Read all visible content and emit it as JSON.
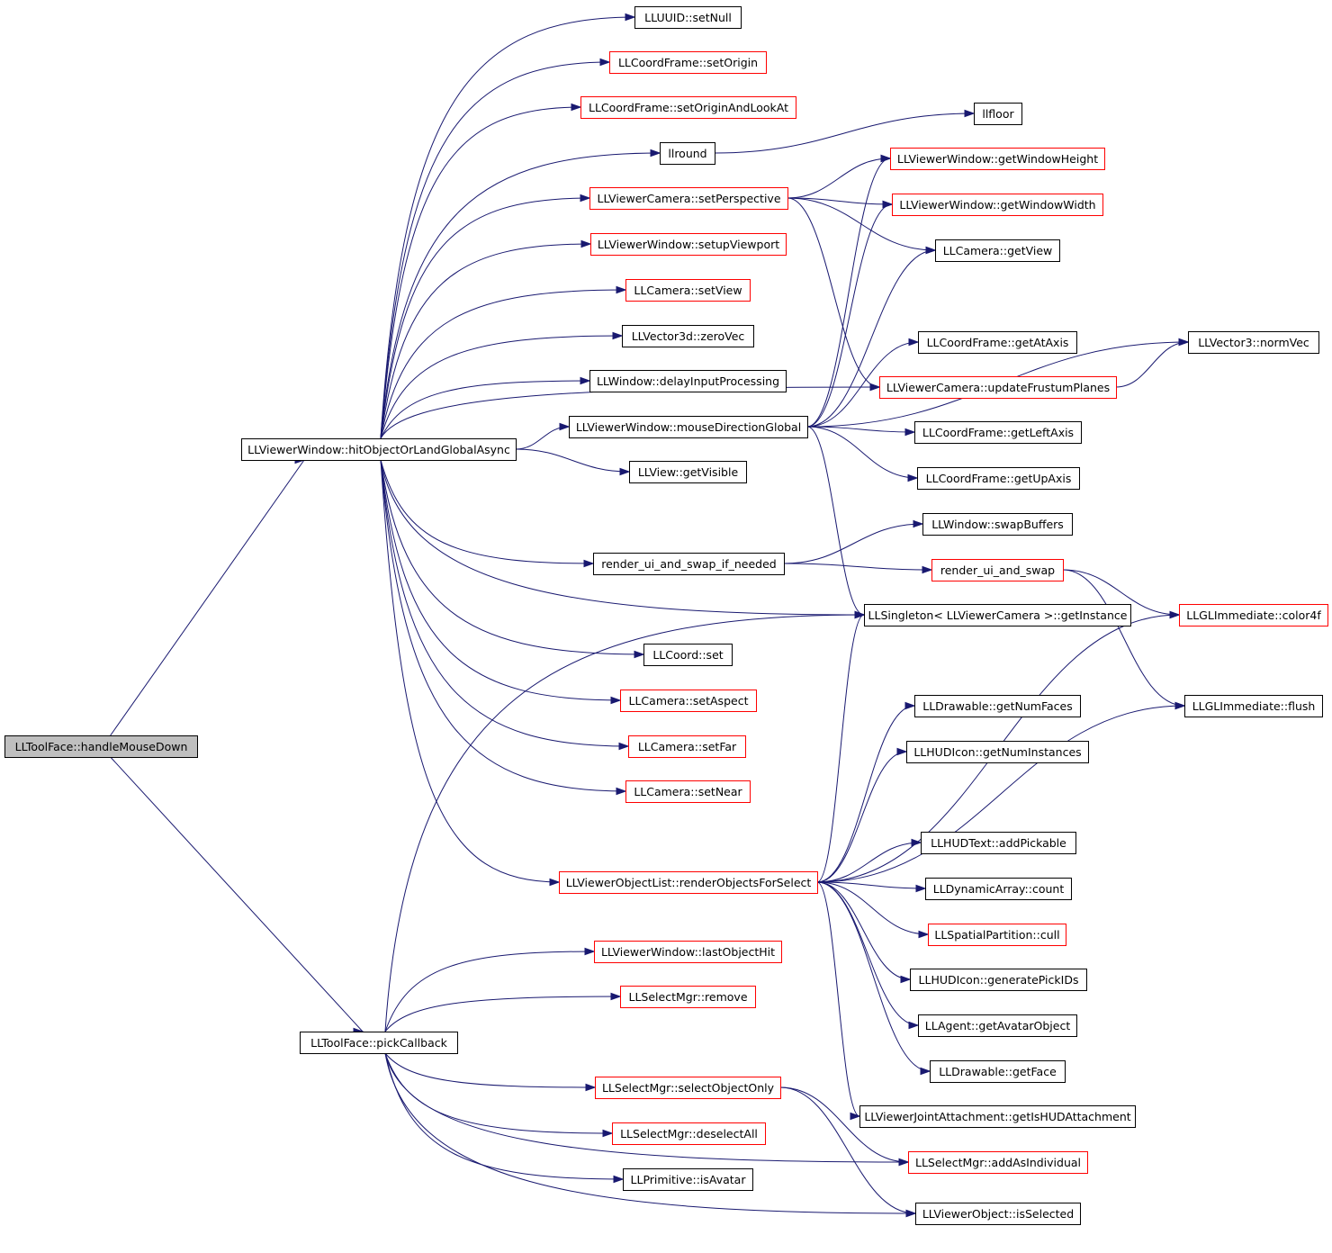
{
  "colors": {
    "edge": "#191970",
    "border_documented": "#000000",
    "border_undocumented": "#ff0000",
    "root_fill": "#bfbfbf",
    "node_fill": "#ffffff"
  },
  "nodes": [
    {
      "id": "handleMouseDown",
      "label": "LLToolFace::handleMouseDown",
      "border": "black",
      "root": true
    },
    {
      "id": "hitObjectOrLandGlobalAsync",
      "label": "LLViewerWindow::hitObjectOrLandGlobalAsync",
      "border": "black"
    },
    {
      "id": "pickCallback",
      "label": "LLToolFace::pickCallback",
      "border": "black"
    },
    {
      "id": "setNull",
      "label": "LLUUID::setNull",
      "border": "black"
    },
    {
      "id": "setOrigin",
      "label": "LLCoordFrame::setOrigin",
      "border": "red"
    },
    {
      "id": "setOriginAndLookAt",
      "label": "LLCoordFrame::setOriginAndLookAt",
      "border": "red"
    },
    {
      "id": "llround",
      "label": "llround",
      "border": "black"
    },
    {
      "id": "llfloor",
      "label": "llfloor",
      "border": "black"
    },
    {
      "id": "setPerspective",
      "label": "LLViewerCamera::setPerspective",
      "border": "red"
    },
    {
      "id": "getWindowHeight",
      "label": "LLViewerWindow::getWindowHeight",
      "border": "red"
    },
    {
      "id": "getWindowWidth",
      "label": "LLViewerWindow::getWindowWidth",
      "border": "red"
    },
    {
      "id": "setupViewport",
      "label": "LLViewerWindow::setupViewport",
      "border": "red"
    },
    {
      "id": "getView",
      "label": "LLCamera::getView",
      "border": "black"
    },
    {
      "id": "setView",
      "label": "LLCamera::setView",
      "border": "red"
    },
    {
      "id": "zeroVec",
      "label": "LLVector3d::zeroVec",
      "border": "black"
    },
    {
      "id": "getAtAxis",
      "label": "LLCoordFrame::getAtAxis",
      "border": "black"
    },
    {
      "id": "normVec",
      "label": "LLVector3::normVec",
      "border": "black"
    },
    {
      "id": "delayInputProcessing",
      "label": "LLWindow::delayInputProcessing",
      "border": "black"
    },
    {
      "id": "updateFrustumPlanes",
      "label": "LLViewerCamera::updateFrustumPlanes",
      "border": "red"
    },
    {
      "id": "mouseDirectionGlobal",
      "label": "LLViewerWindow::mouseDirectionGlobal",
      "border": "black"
    },
    {
      "id": "getLeftAxis",
      "label": "LLCoordFrame::getLeftAxis",
      "border": "black"
    },
    {
      "id": "getVisible",
      "label": "LLView::getVisible",
      "border": "black"
    },
    {
      "id": "getUpAxis",
      "label": "LLCoordFrame::getUpAxis",
      "border": "black"
    },
    {
      "id": "swapBuffers",
      "label": "LLWindow::swapBuffers",
      "border": "black"
    },
    {
      "id": "render_ui_and_swap_if_needed",
      "label": "render_ui_and_swap_if_needed",
      "border": "black"
    },
    {
      "id": "render_ui_and_swap",
      "label": "render_ui_and_swap",
      "border": "red"
    },
    {
      "id": "getInstance",
      "label": "LLSingleton< LLViewerCamera >::getInstance",
      "border": "black"
    },
    {
      "id": "color4f",
      "label": "LLGLImmediate::color4f",
      "border": "red"
    },
    {
      "id": "coordSet",
      "label": "LLCoord::set",
      "border": "black"
    },
    {
      "id": "setAspect",
      "label": "LLCamera::setAspect",
      "border": "red"
    },
    {
      "id": "getNumFaces",
      "label": "LLDrawable::getNumFaces",
      "border": "black"
    },
    {
      "id": "flush",
      "label": "LLGLImmediate::flush",
      "border": "black"
    },
    {
      "id": "setFar",
      "label": "LLCamera::setFar",
      "border": "red"
    },
    {
      "id": "getNumInstances",
      "label": "LLHUDIcon::getNumInstances",
      "border": "black"
    },
    {
      "id": "setNear",
      "label": "LLCamera::setNear",
      "border": "red"
    },
    {
      "id": "addPickable",
      "label": "LLHUDText::addPickable",
      "border": "black"
    },
    {
      "id": "renderObjectsForSelect",
      "label": "LLViewerObjectList::renderObjectsForSelect",
      "border": "red"
    },
    {
      "id": "count",
      "label": "LLDynamicArray::count",
      "border": "black"
    },
    {
      "id": "cull",
      "label": "LLSpatialPartition::cull",
      "border": "red"
    },
    {
      "id": "lastObjectHit",
      "label": "LLViewerWindow::lastObjectHit",
      "border": "red"
    },
    {
      "id": "generatePickIDs",
      "label": "LLHUDIcon::generatePickIDs",
      "border": "black"
    },
    {
      "id": "remove",
      "label": "LLSelectMgr::remove",
      "border": "red"
    },
    {
      "id": "getAvatarObject",
      "label": "LLAgent::getAvatarObject",
      "border": "black"
    },
    {
      "id": "getFace",
      "label": "LLDrawable::getFace",
      "border": "black"
    },
    {
      "id": "selectObjectOnly",
      "label": "LLSelectMgr::selectObjectOnly",
      "border": "red"
    },
    {
      "id": "getIsHUDAttachment",
      "label": "LLViewerJointAttachment::getIsHUDAttachment",
      "border": "black"
    },
    {
      "id": "deselectAll",
      "label": "LLSelectMgr::deselectAll",
      "border": "red"
    },
    {
      "id": "addAsIndividual",
      "label": "LLSelectMgr::addAsIndividual",
      "border": "red"
    },
    {
      "id": "isAvatar",
      "label": "LLPrimitive::isAvatar",
      "border": "black"
    },
    {
      "id": "isSelected",
      "label": "LLViewerObject::isSelected",
      "border": "black"
    }
  ],
  "edges": [
    {
      "from": "handleMouseDown",
      "to": "hitObjectOrLandGlobalAsync"
    },
    {
      "from": "handleMouseDown",
      "to": "pickCallback"
    },
    {
      "from": "hitObjectOrLandGlobalAsync",
      "to": "setNull"
    },
    {
      "from": "hitObjectOrLandGlobalAsync",
      "to": "setOrigin"
    },
    {
      "from": "hitObjectOrLandGlobalAsync",
      "to": "setOriginAndLookAt"
    },
    {
      "from": "hitObjectOrLandGlobalAsync",
      "to": "llround"
    },
    {
      "from": "hitObjectOrLandGlobalAsync",
      "to": "setPerspective"
    },
    {
      "from": "hitObjectOrLandGlobalAsync",
      "to": "setupViewport"
    },
    {
      "from": "hitObjectOrLandGlobalAsync",
      "to": "setView"
    },
    {
      "from": "hitObjectOrLandGlobalAsync",
      "to": "zeroVec"
    },
    {
      "from": "hitObjectOrLandGlobalAsync",
      "to": "delayInputProcessing"
    },
    {
      "from": "hitObjectOrLandGlobalAsync",
      "to": "mouseDirectionGlobal"
    },
    {
      "from": "hitObjectOrLandGlobalAsync",
      "to": "getVisible"
    },
    {
      "from": "hitObjectOrLandGlobalAsync",
      "to": "updateFrustumPlanes"
    },
    {
      "from": "hitObjectOrLandGlobalAsync",
      "to": "render_ui_and_swap_if_needed"
    },
    {
      "from": "hitObjectOrLandGlobalAsync",
      "to": "getInstance"
    },
    {
      "from": "hitObjectOrLandGlobalAsync",
      "to": "coordSet"
    },
    {
      "from": "hitObjectOrLandGlobalAsync",
      "to": "setAspect"
    },
    {
      "from": "hitObjectOrLandGlobalAsync",
      "to": "setFar"
    },
    {
      "from": "hitObjectOrLandGlobalAsync",
      "to": "setNear"
    },
    {
      "from": "hitObjectOrLandGlobalAsync",
      "to": "renderObjectsForSelect"
    },
    {
      "from": "llround",
      "to": "llfloor"
    },
    {
      "from": "setPerspective",
      "to": "getWindowHeight"
    },
    {
      "from": "setPerspective",
      "to": "getWindowWidth"
    },
    {
      "from": "setPerspective",
      "to": "getView"
    },
    {
      "from": "setPerspective",
      "to": "updateFrustumPlanes"
    },
    {
      "from": "mouseDirectionGlobal",
      "to": "getWindowHeight"
    },
    {
      "from": "mouseDirectionGlobal",
      "to": "getWindowWidth"
    },
    {
      "from": "mouseDirectionGlobal",
      "to": "getView"
    },
    {
      "from": "mouseDirectionGlobal",
      "to": "getAtAxis"
    },
    {
      "from": "mouseDirectionGlobal",
      "to": "normVec"
    },
    {
      "from": "mouseDirectionGlobal",
      "to": "getLeftAxis"
    },
    {
      "from": "mouseDirectionGlobal",
      "to": "getUpAxis"
    },
    {
      "from": "mouseDirectionGlobal",
      "to": "getInstance"
    },
    {
      "from": "updateFrustumPlanes",
      "to": "normVec"
    },
    {
      "from": "render_ui_and_swap_if_needed",
      "to": "swapBuffers"
    },
    {
      "from": "render_ui_and_swap_if_needed",
      "to": "render_ui_and_swap"
    },
    {
      "from": "render_ui_and_swap",
      "to": "color4f"
    },
    {
      "from": "render_ui_and_swap",
      "to": "flush"
    },
    {
      "from": "renderObjectsForSelect",
      "to": "getInstance"
    },
    {
      "from": "renderObjectsForSelect",
      "to": "color4f"
    },
    {
      "from": "renderObjectsForSelect",
      "to": "getNumFaces"
    },
    {
      "from": "renderObjectsForSelect",
      "to": "getNumInstances"
    },
    {
      "from": "renderObjectsForSelect",
      "to": "flush"
    },
    {
      "from": "renderObjectsForSelect",
      "to": "addPickable"
    },
    {
      "from": "renderObjectsForSelect",
      "to": "count"
    },
    {
      "from": "renderObjectsForSelect",
      "to": "cull"
    },
    {
      "from": "renderObjectsForSelect",
      "to": "generatePickIDs"
    },
    {
      "from": "renderObjectsForSelect",
      "to": "getAvatarObject"
    },
    {
      "from": "renderObjectsForSelect",
      "to": "getFace"
    },
    {
      "from": "renderObjectsForSelect",
      "to": "getIsHUDAttachment"
    },
    {
      "from": "pickCallback",
      "to": "getInstance"
    },
    {
      "from": "pickCallback",
      "to": "lastObjectHit"
    },
    {
      "from": "pickCallback",
      "to": "remove"
    },
    {
      "from": "pickCallback",
      "to": "selectObjectOnly"
    },
    {
      "from": "pickCallback",
      "to": "deselectAll"
    },
    {
      "from": "pickCallback",
      "to": "addAsIndividual"
    },
    {
      "from": "pickCallback",
      "to": "isAvatar"
    },
    {
      "from": "pickCallback",
      "to": "isSelected"
    },
    {
      "from": "selectObjectOnly",
      "to": "addAsIndividual"
    },
    {
      "from": "selectObjectOnly",
      "to": "isSelected"
    }
  ]
}
